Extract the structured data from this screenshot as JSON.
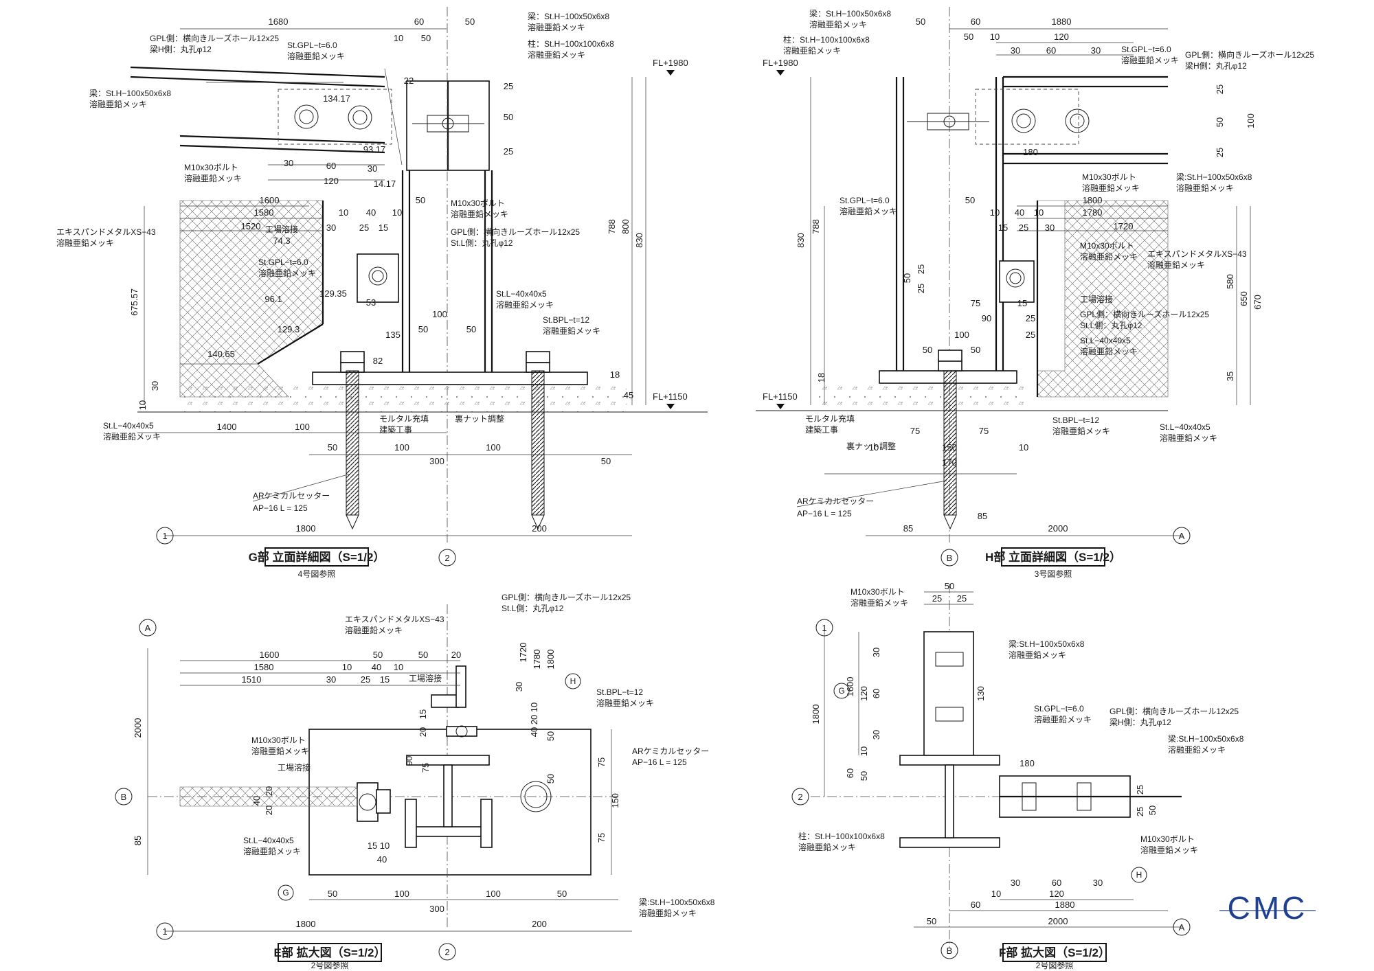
{
  "views": [
    {
      "id": "G-elev",
      "title": "G部 立面詳細図（S=1/2）",
      "ref": "4号図参照"
    },
    {
      "id": "H-elev",
      "title": "H部 立面詳細図（S=1/2）",
      "ref": "3号図参照"
    },
    {
      "id": "E-enl",
      "title": "E部 拡大図（S=1/2）",
      "ref": "2号図参照"
    },
    {
      "id": "F-enl",
      "title": "F部 拡大図（S=1/2）",
      "ref": "2号図参照"
    }
  ],
  "levels": {
    "fl_top": "FL+1980",
    "fl_bottom": "FL+1150"
  },
  "grid": {
    "g1": "1",
    "g2": "2",
    "gA": "A",
    "gB": "B"
  },
  "markers": {
    "G": "G",
    "H": "H"
  },
  "notes": {
    "beam_h100x50": "梁：St.H−100x50x6x8",
    "beam_h100x50_short": "梁:St.H−100x50x6x8",
    "col_h100x100": "柱：St.H−100x100x6x8",
    "plating": "溶融亜鉛メッキ",
    "gpl": "St.GPL−t=6.0",
    "gpl_slot": "GPL側：横向きルーズホール12x25",
    "beam_hole": "梁H側：丸孔φ12",
    "l_hole": "St.L側：丸孔φ12",
    "bolt": "M10x30ボルト",
    "mesh": "エキスパンドメタルXS−43",
    "shop_weld": "工場溶接",
    "angle": "St.L−40x40x5",
    "bpl": "St.BPL−t=12",
    "mortar": "モルタル充填",
    "arch_work": "建築工事",
    "nut_adj": "裏ナット調整",
    "anchor": "ARケミカルセッター",
    "anchor_spec": "AP−16 L = 125"
  },
  "dimsG": {
    "d1680": "1680",
    "d60": "60",
    "d50": "50",
    "d10": "10",
    "d25": "25",
    "d22": "22",
    "d134": "134.17",
    "d93": "93.17",
    "d14": "14.17",
    "d30": "30",
    "d120": "120",
    "d1600": "1600",
    "d1580": "1580",
    "d1520": "1520",
    "d74": "74.3",
    "d40": "40",
    "d15": "15",
    "d129a": "129.35",
    "d96": "96.1",
    "d129b": "129.3",
    "d140": "140.65",
    "d675": "675.57",
    "d53": "53",
    "d100": "100",
    "d135": "135",
    "d82": "82",
    "d18": "18",
    "d45": "45",
    "d788": "788",
    "d800": "800",
    "d830": "830",
    "d1400": "1400",
    "d300": "300",
    "d1800": "1800",
    "d200": "200"
  },
  "dimsH": {
    "d1880": "1880",
    "d120": "120",
    "d60": "60",
    "d30": "30",
    "d50": "50",
    "d10": "10",
    "d25": "25",
    "d100": "100",
    "d180": "180",
    "d1800": "1800",
    "d1780": "1780",
    "d1720": "1720",
    "d40": "40",
    "d15": "15",
    "d75": "75",
    "d90": "90",
    "d580": "580",
    "d650": "650",
    "d670": "670",
    "d35": "35",
    "d18": "18",
    "d830": "830",
    "d788": "788",
    "d150": "150",
    "d170": "170",
    "d85": "85",
    "d2000": "2000"
  },
  "dimsE": {
    "d1600": "1600",
    "d1580": "1580",
    "d1510": "1510",
    "d50": "50",
    "d20": "20",
    "d10": "10",
    "d40": "40",
    "d30": "30",
    "d25": "25",
    "d15": "15",
    "d1720": "1720",
    "d1780": "1780",
    "d1800": "1800",
    "d90": "90",
    "d75": "75",
    "d150": "150",
    "d2000": "2000",
    "d85": "85",
    "d100": "100",
    "d300": "300",
    "d200": "200"
  },
  "dimsF": {
    "d50": "50",
    "d25": "25",
    "d30": "30",
    "d60": "60",
    "d120": "120",
    "d130": "130",
    "d1600": "1600",
    "d1800": "1800",
    "d10": "10",
    "d180": "180",
    "d1880": "1880",
    "d2000": "2000"
  },
  "logo": {
    "text": "CMC",
    "color": "#1f3f8f"
  }
}
